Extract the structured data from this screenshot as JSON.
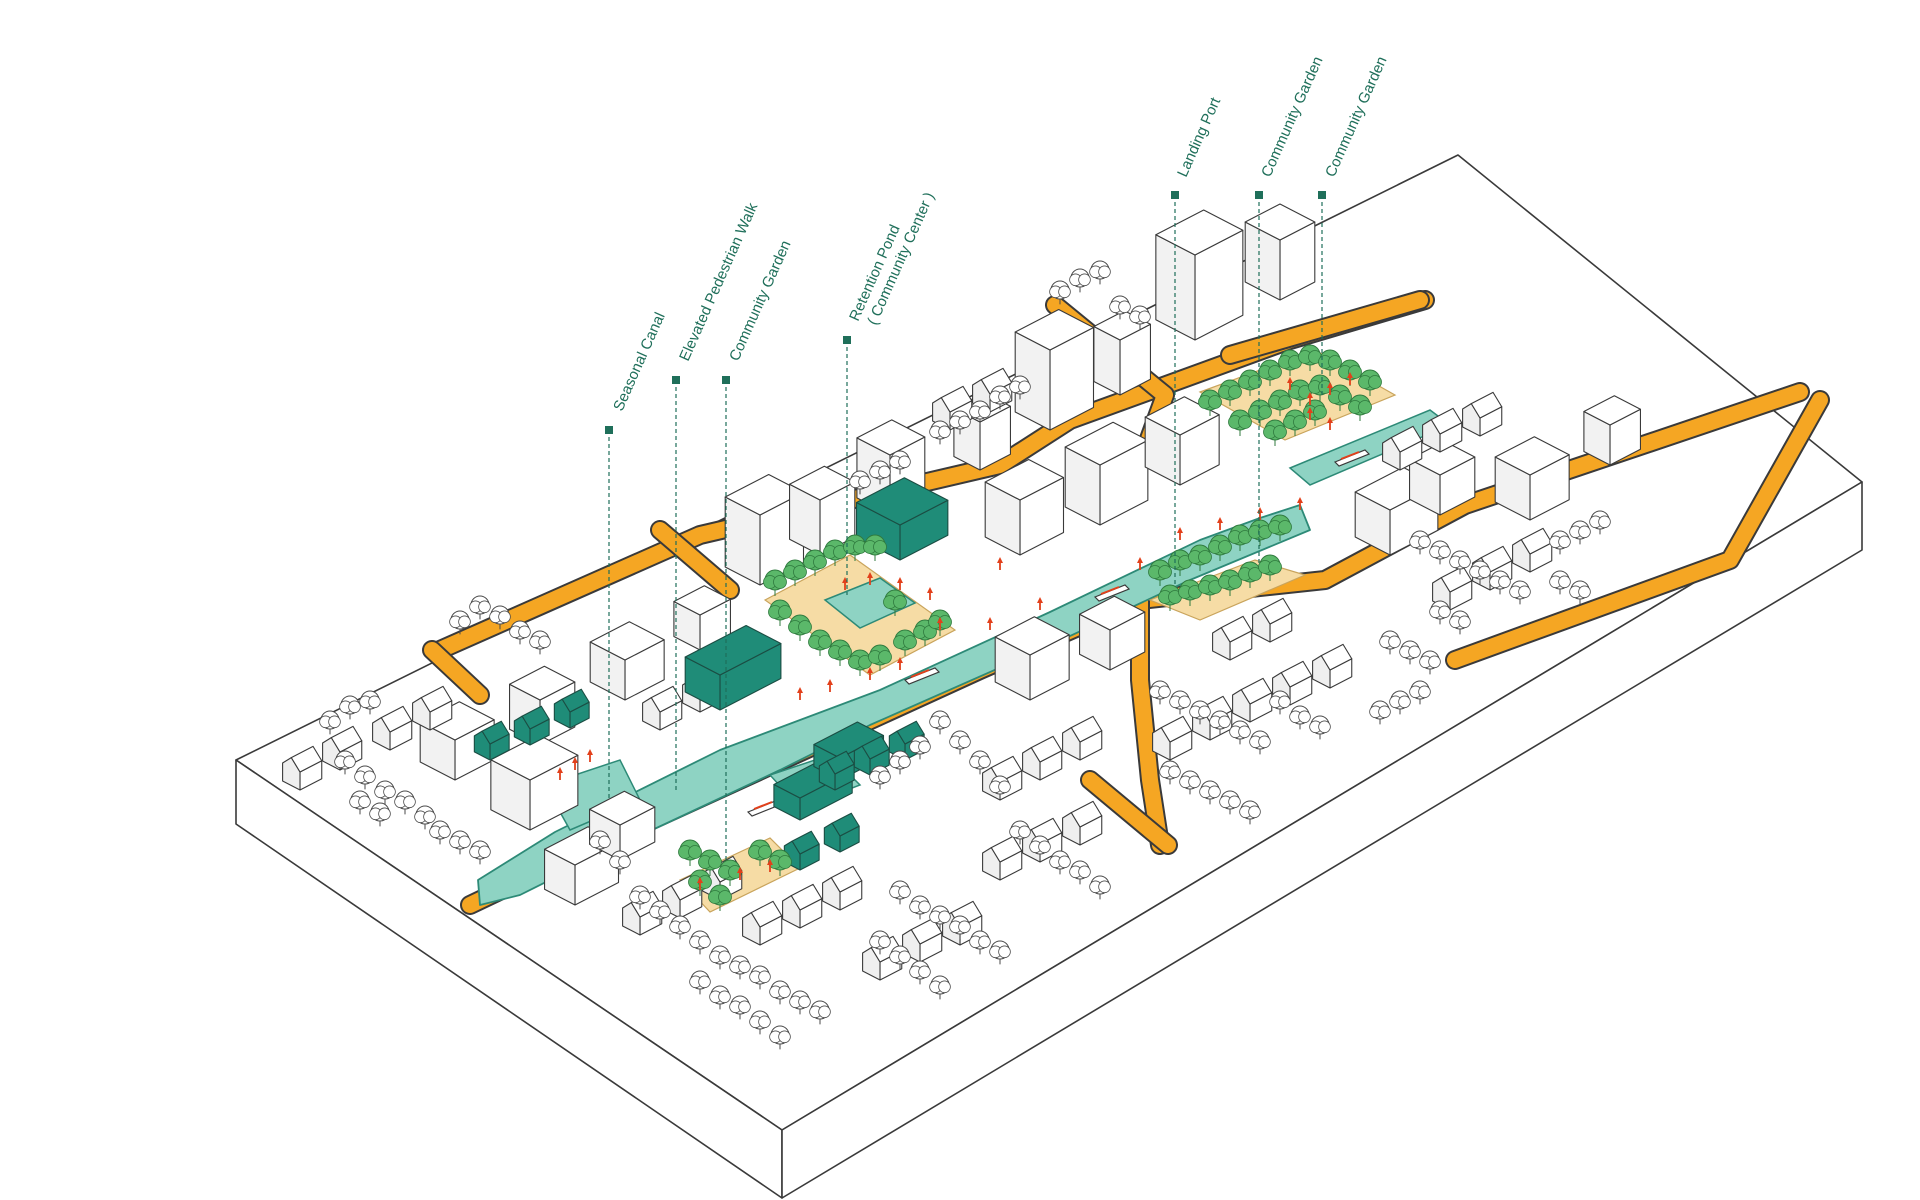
{
  "diagram": {
    "callouts": [
      {
        "key": "seasonal-canal",
        "label": "Seasonal Canal"
      },
      {
        "key": "elevated-pedestrian-walk",
        "label": "Elevated Pedestrian Walk"
      },
      {
        "key": "community-garden-1",
        "label": "Community Garden"
      },
      {
        "key": "retention-pond",
        "label": "Retention Pond",
        "label2": "( Community Center )"
      },
      {
        "key": "landing-port",
        "label": "Landing Port"
      },
      {
        "key": "community-garden-2",
        "label": "Community Garden"
      },
      {
        "key": "community-garden-3",
        "label": "Community Garden"
      }
    ],
    "colors": {
      "canal": "#8ed3c3",
      "canal_edge": "#2d8a77",
      "road": "#f5a623",
      "garden_ground": "#f6dca5",
      "tree_green": "#5bb86a",
      "tree_outline": "#2f7a3e",
      "highlight_building": "#1f8c78",
      "callout": "#1f6f5a",
      "arrow": "#e2401b",
      "outline": "#3a3a3a"
    }
  }
}
